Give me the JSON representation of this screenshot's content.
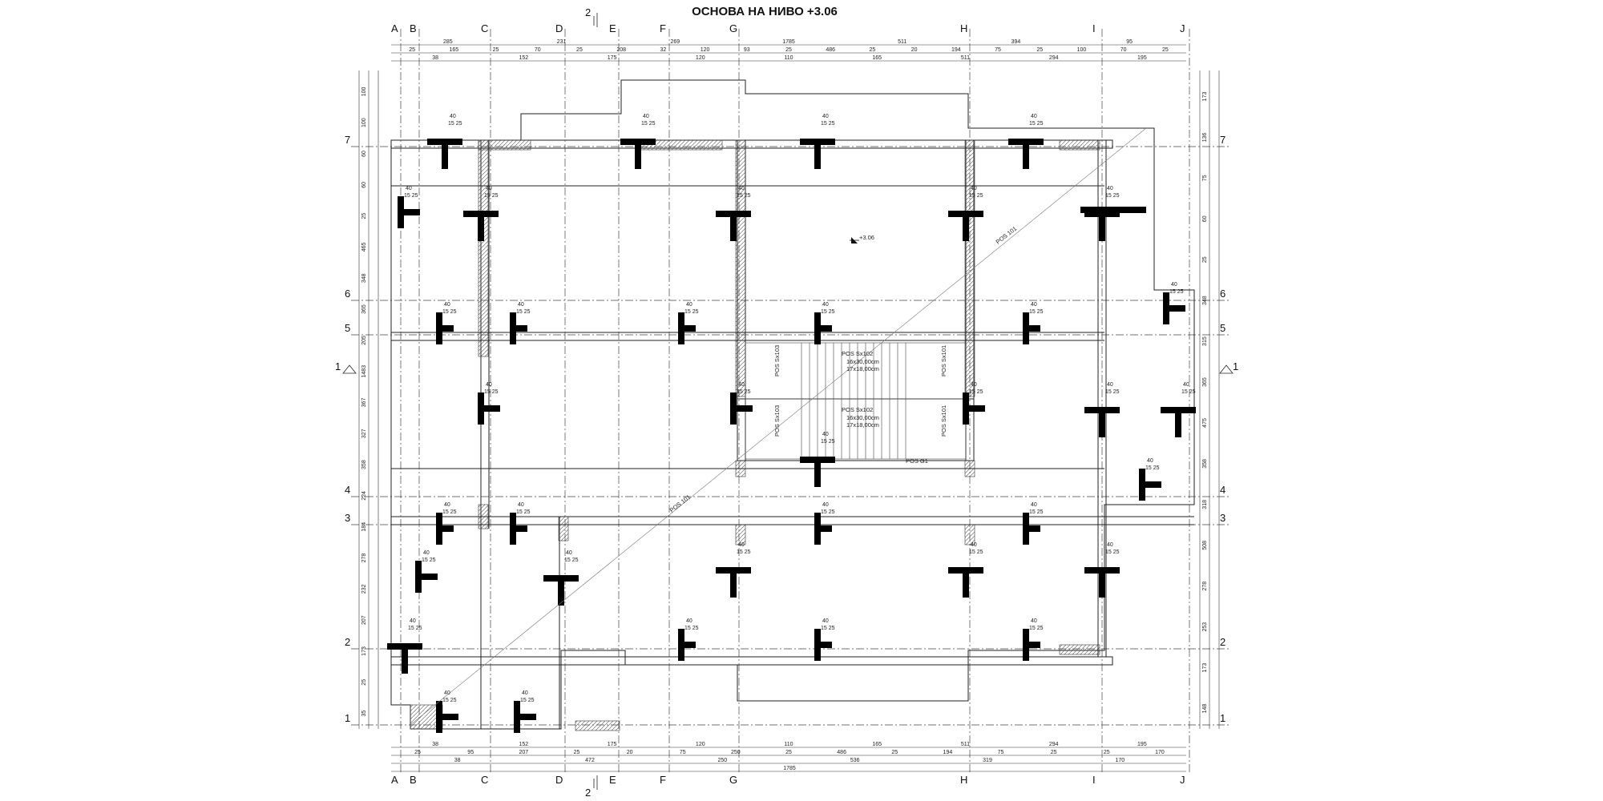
{
  "title": "ОСНОВА НА НИВО +3.06",
  "axes_v": [
    "A",
    "B",
    "C",
    "D",
    "E",
    "F",
    "G",
    "H",
    "I",
    "J"
  ],
  "axes_h": [
    "7",
    "6",
    "5",
    "4",
    "3",
    "2",
    "1"
  ],
  "section_marks": {
    "top": "2",
    "bottom": "2",
    "left": "1",
    "right": "1"
  },
  "level_mark": "+3.06",
  "labels": {
    "pos101": "POS 101",
    "posg1": "POS G1",
    "sx102": "POS Sx102",
    "sx101": "POS Sx101",
    "sx103": "POS Sx103",
    "stair1": "16x30,00cm",
    "stair2": "17x18,00cm"
  },
  "dims_top_row1": [
    "285",
    "231",
    "269",
    "1785",
    "511",
    "394",
    "95"
  ],
  "dims_top_row2": [
    "25",
    "165",
    "25",
    "70",
    "25",
    "208",
    "32",
    "120",
    "93",
    "25",
    "486",
    "25",
    "20",
    "194",
    "75",
    "25",
    "100",
    "70",
    "25"
  ],
  "dims_top_row3": [
    "38",
    "152",
    "175",
    "120",
    "110",
    "165",
    "511",
    "294",
    "195"
  ],
  "dims_bottom_row1": [
    "38",
    "152",
    "175",
    "120",
    "110",
    "165",
    "511",
    "294",
    "195"
  ],
  "dims_bottom_row2": [
    "25",
    "95",
    "207",
    "25",
    "20",
    "75",
    "250",
    "25",
    "486",
    "25",
    "194",
    "75",
    "25",
    "25",
    "170"
  ],
  "dims_bottom_row3": [
    "38",
    "472",
    "250",
    "536",
    "319",
    "170"
  ],
  "dims_bottom_total": "1785",
  "dims_left": [
    "100",
    "100",
    "60",
    "60",
    "25",
    "465",
    "348",
    "365",
    "205",
    "1483",
    "367",
    "327",
    "358",
    "224",
    "184",
    "278",
    "232",
    "207",
    "173",
    "25",
    "35"
  ],
  "dims_right": [
    "173",
    "136",
    "75",
    "60",
    "25",
    "348",
    "315",
    "365",
    "475",
    "358",
    "318",
    "508",
    "278",
    "253",
    "173",
    "148"
  ],
  "col_label": "40",
  "col_sub": "15 25"
}
